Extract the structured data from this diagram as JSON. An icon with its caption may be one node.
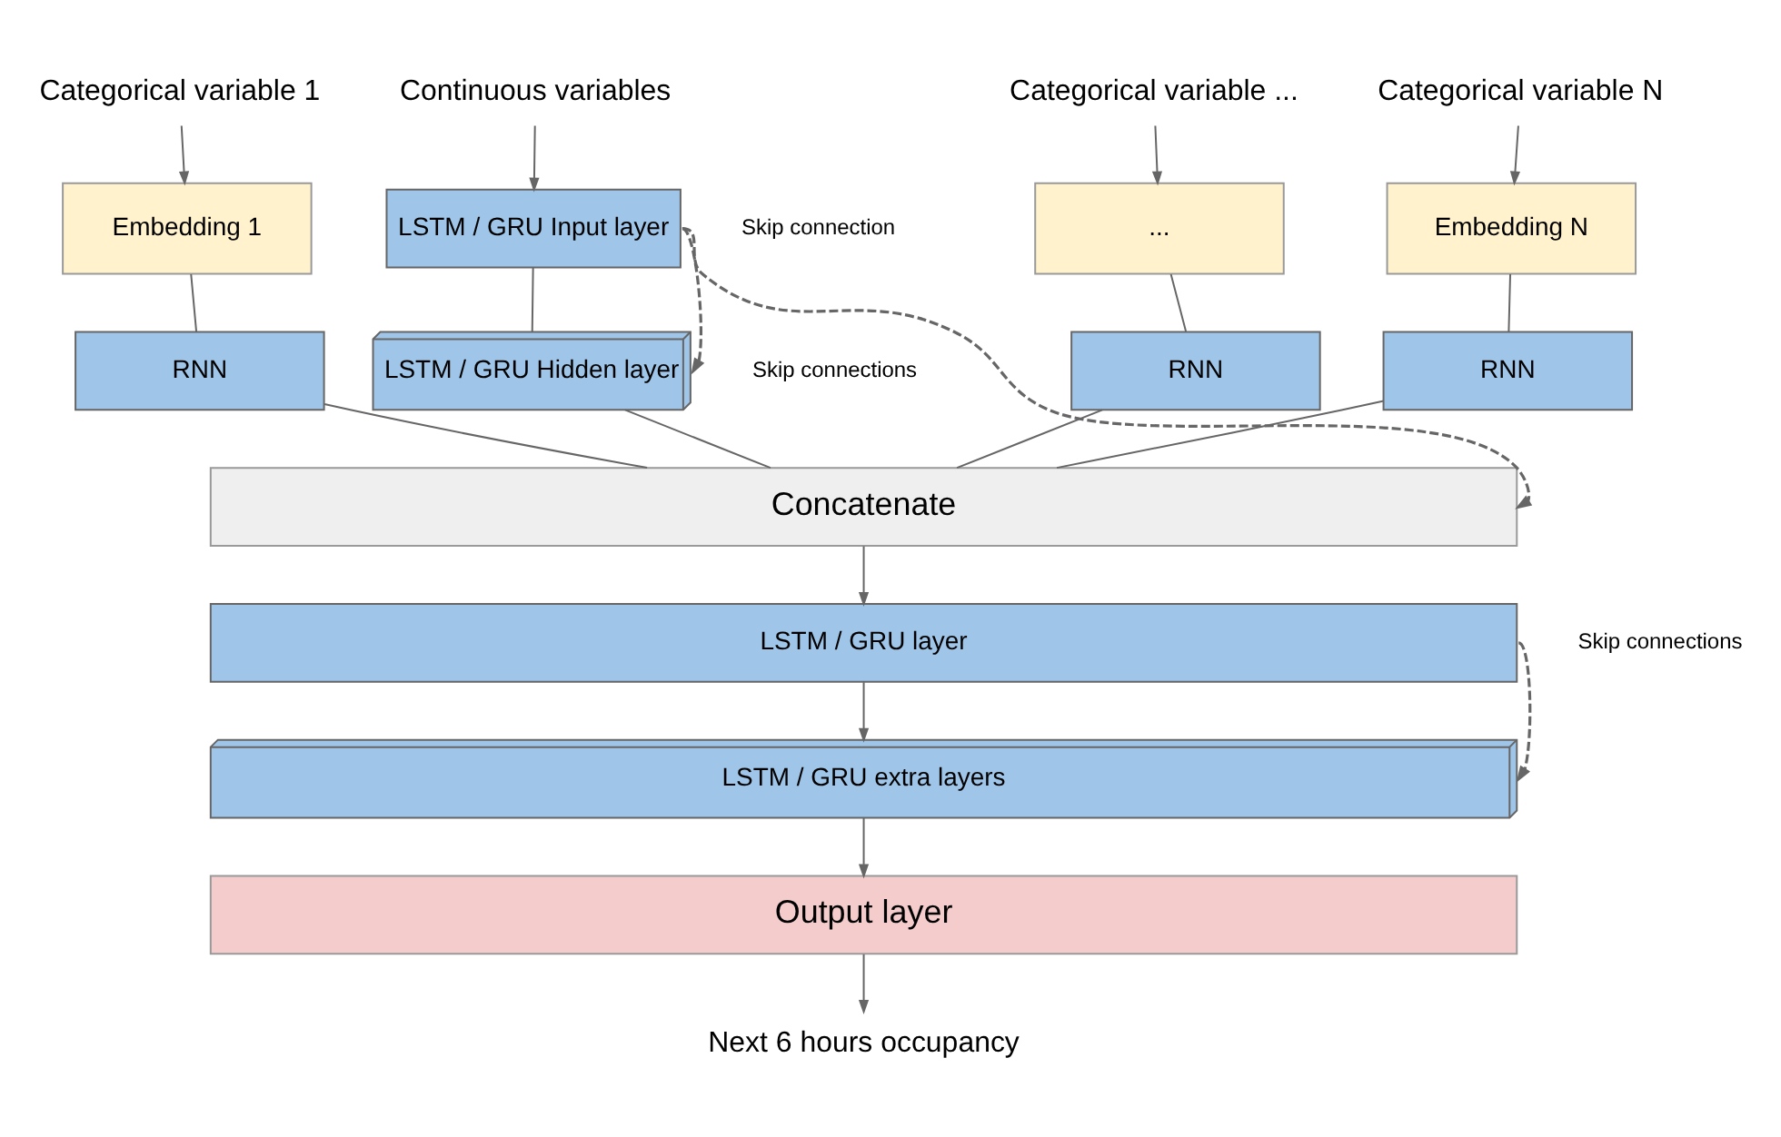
{
  "diagram": {
    "nodes": [
      {
        "text": [
          "Categorical variable 1"
        ]
      },
      {
        "text": [
          "Categorical variable ..."
        ]
      },
      {
        "text": [
          "Categorical variable N"
        ]
      },
      {
        "text": [
          "Continuous variables"
        ]
      },
      {
        "text": [
          "Embedding 1"
        ]
      },
      {
        "text": [
          "..."
        ]
      },
      {
        "text": [
          "Embedding N"
        ]
      },
      {
        "text": [
          "LSTM / GRU Input layer"
        ]
      },
      {
        "text": [
          "RNN"
        ]
      },
      {
        "text": [
          "RNN"
        ]
      },
      {
        "text": [
          "RNN"
        ]
      },
      {
        "text": [
          "LSTM / GRU Hidden layer"
        ]
      },
      {
        "text": [
          "Concatenate"
        ]
      },
      {
        "text": [
          "LSTM / GRU layer"
        ]
      },
      {
        "text": [
          "LSTM / GRU extra layers"
        ]
      },
      {
        "text": [
          "Output layer"
        ]
      },
      {
        "text": [
          "Next 6 hours occupancy"
        ]
      }
    ],
    "edges": [
      {
        "from": 0,
        "to": 4,
        "arrow": "to"
      },
      {
        "from": 1,
        "to": 5,
        "arrow": "to"
      },
      {
        "from": 2,
        "to": 6,
        "arrow": "to"
      },
      {
        "from": 3,
        "to": 7,
        "arrow": "to"
      },
      {
        "from": 4,
        "to": 8,
        "arrow": "none"
      },
      {
        "from": 5,
        "to": 9,
        "arrow": "none"
      },
      {
        "from": 6,
        "to": 10,
        "arrow": "none"
      },
      {
        "from": 7,
        "to": 11,
        "arrow": "none"
      },
      {
        "from": 8,
        "to": 12,
        "arrow": "none"
      },
      {
        "from": 9,
        "to": 12,
        "arrow": "none"
      },
      {
        "from": 10,
        "to": 12,
        "arrow": "none"
      },
      {
        "from": 11,
        "to": 12,
        "arrow": "none"
      },
      {
        "from": 7,
        "to": 11,
        "arrow": "to",
        "style": "dashed"
      },
      {
        "from": 7,
        "to": 12,
        "arrow": "to",
        "style": "dashed"
      },
      {
        "from": 12,
        "to": 13,
        "arrow": "to"
      },
      {
        "from": 13,
        "to": 14,
        "arrow": "to"
      },
      {
        "from": 13,
        "to": 14,
        "arrow": "to",
        "style": "dashed"
      },
      {
        "from": 14,
        "to": 15,
        "arrow": "to"
      },
      {
        "from": 15,
        "to": 16,
        "arrow": "to"
      }
    ],
    "labels": [
      "Skip connection",
      "Skip connections",
      "Skip connections"
    ]
  }
}
